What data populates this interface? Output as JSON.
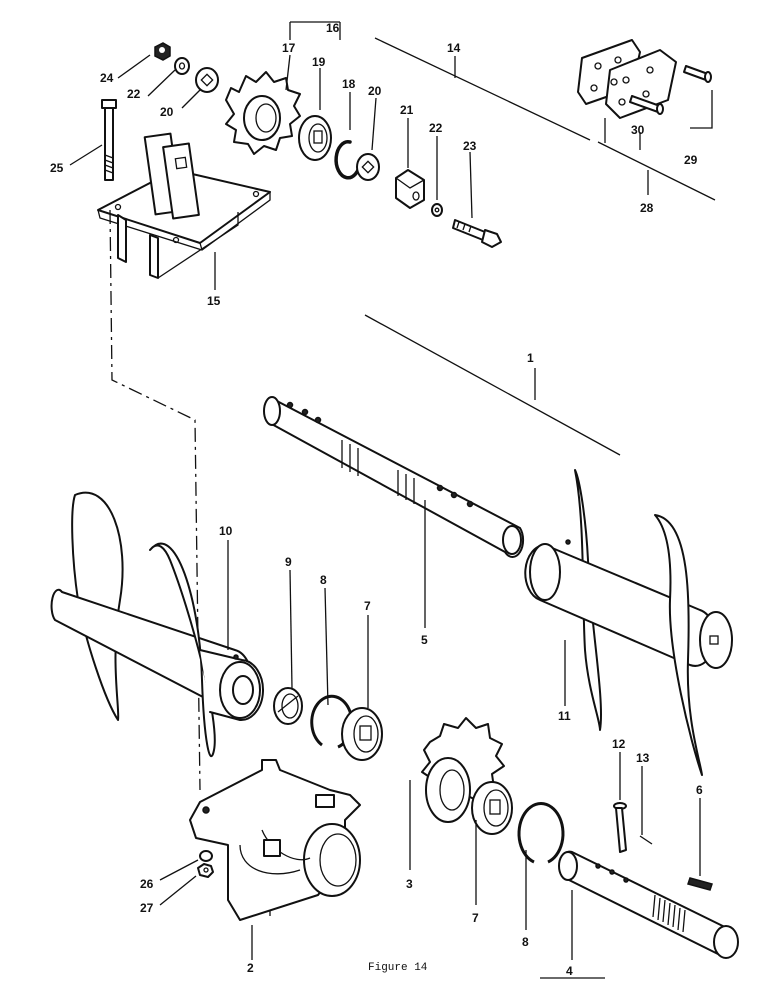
{
  "figure": {
    "caption": "Figure 14"
  },
  "callouts": [
    {
      "id": "c1",
      "text": "1"
    },
    {
      "id": "c2",
      "text": "2"
    },
    {
      "id": "c3",
      "text": "3"
    },
    {
      "id": "c4",
      "text": "4"
    },
    {
      "id": "c5",
      "text": "5"
    },
    {
      "id": "c6",
      "text": "6"
    },
    {
      "id": "c7a",
      "text": "7"
    },
    {
      "id": "c7b",
      "text": "7"
    },
    {
      "id": "c8a",
      "text": "8"
    },
    {
      "id": "c8b",
      "text": "8"
    },
    {
      "id": "c9",
      "text": "9"
    },
    {
      "id": "c10",
      "text": "10"
    },
    {
      "id": "c11",
      "text": "11"
    },
    {
      "id": "c12",
      "text": "12"
    },
    {
      "id": "c13",
      "text": "13"
    },
    {
      "id": "c14",
      "text": "14"
    },
    {
      "id": "c15",
      "text": "15"
    },
    {
      "id": "c16",
      "text": "16"
    },
    {
      "id": "c17",
      "text": "17"
    },
    {
      "id": "c18",
      "text": "18"
    },
    {
      "id": "c19",
      "text": "19"
    },
    {
      "id": "c20a",
      "text": "20"
    },
    {
      "id": "c20b",
      "text": "20"
    },
    {
      "id": "c21",
      "text": "21"
    },
    {
      "id": "c22a",
      "text": "22"
    },
    {
      "id": "c22b",
      "text": "22"
    },
    {
      "id": "c23",
      "text": "23"
    },
    {
      "id": "c24",
      "text": "24"
    },
    {
      "id": "c25",
      "text": "25"
    },
    {
      "id": "c26",
      "text": "26"
    },
    {
      "id": "c27",
      "text": "27"
    },
    {
      "id": "c28",
      "text": "28"
    },
    {
      "id": "c29",
      "text": "29"
    },
    {
      "id": "c30",
      "text": "30"
    }
  ]
}
